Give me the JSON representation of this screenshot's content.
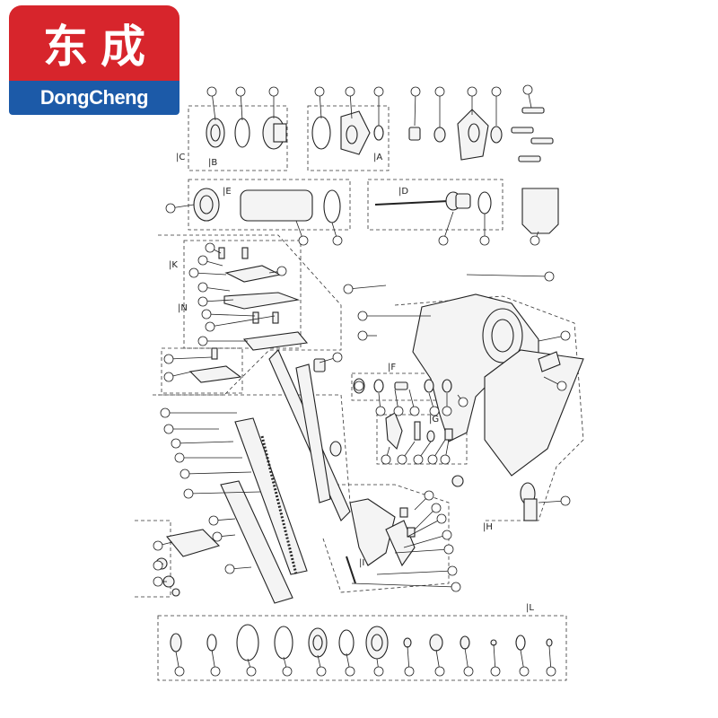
{
  "brand": {
    "name_cn": "东成",
    "name_en": "DongCheng",
    "primary_color": "#d7252c",
    "secondary_color": "#1c5aa8"
  },
  "group_labels": [
    "C",
    "B",
    "A",
    "E",
    "D",
    "K",
    "N",
    "F",
    "G",
    "H",
    "I",
    "L"
  ]
}
